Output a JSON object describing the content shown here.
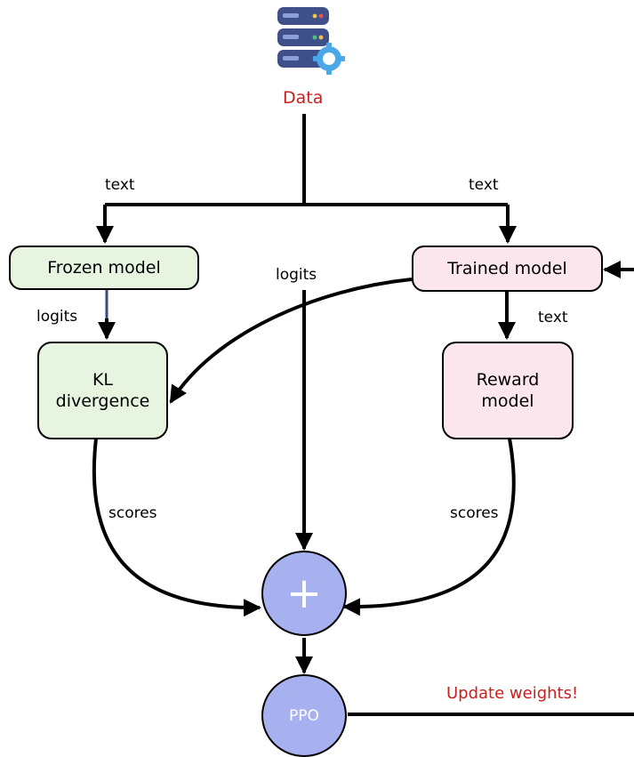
{
  "source": {
    "label": "Data",
    "icon": "database-gear-icon",
    "label_color": "#c8201c"
  },
  "edges": {
    "text_left": "text",
    "text_right": "text",
    "logits_center": "logits",
    "logits_left": "logits",
    "text_reward": "text",
    "scores_left": "scores",
    "scores_right": "scores",
    "update": "Update weights!"
  },
  "nodes": {
    "frozen_model": "Frozen model",
    "trained_model": "Trained model",
    "kl_line1": "KL",
    "kl_line2": "divergence",
    "reward_line1": "Reward",
    "reward_line2": "model",
    "sum_symbol": "+",
    "ppo": "PPO"
  },
  "colors": {
    "frozen_fill": "#e6f4e0",
    "trained_fill": "#fbe6ee",
    "circle_fill": "#a8b1ef",
    "highlight_text": "#c8201c"
  }
}
